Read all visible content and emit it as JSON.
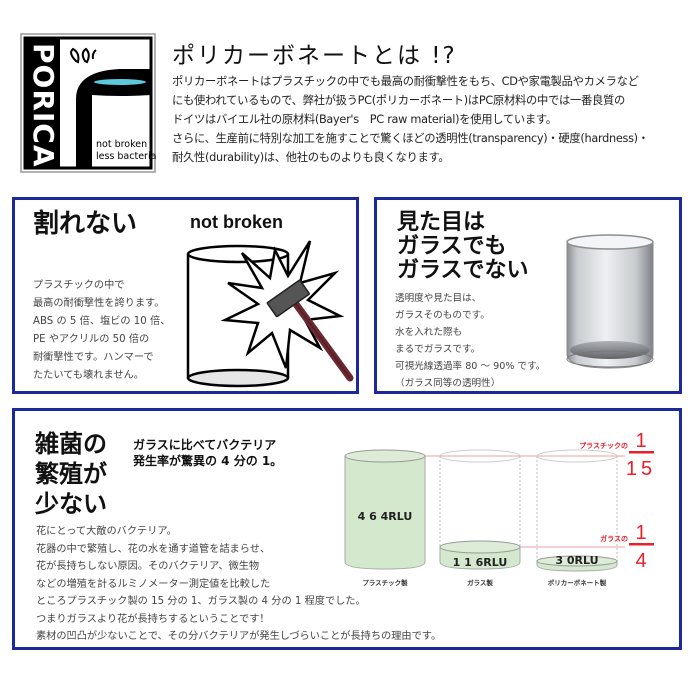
{
  "logo": {
    "brand": "PORICA",
    "tagline_1": "not broken",
    "tagline_2": "less bacteria",
    "accent_color": "#5bc8dc"
  },
  "header": {
    "title": "ポリカーボネートとは !?",
    "body": [
      "ポリカーボネートはプラスチックの中でも最高の耐衝撃性をもち、CDや家電製品やカメラなど",
      "にも使われているもので、弊社が扱うPC(ポリカーボネート)はPC原材料の中では一番良質の",
      "ドイツはバイエル社の原材料(Bayer's　PC raw material)を使用しています。",
      "さらに、生産前に特別な加工を施すことで驚くほどの透明性(transparency)・硬度(hardness)・",
      "耐久性(durability)は、他社のものよりも良くなります。"
    ]
  },
  "box_not_broken": {
    "title": "割れない",
    "english": "not broken",
    "text": [
      "プラスチックの中で",
      "最高の耐衝撃性を誇ります。",
      "ABS の 5 倍、塩ビの 10 倍、",
      "PE やアクリルの 50 倍の",
      "耐衝撃性です。ハンマーで",
      "たたいても壊れません。"
    ],
    "illustration": "cylinder-hammer-impact"
  },
  "box_glass_like": {
    "title": [
      "見た目は",
      "ガラスでも",
      "ガラスでない"
    ],
    "text": [
      "透明度や見た目は、",
      "ガラスそのものです。",
      "水を入れた際も",
      "まるでガラスです。",
      "可視光線透過率 80 ～ 90% です。",
      "（ガラス同等の透明性）"
    ],
    "image": "clear-tumbler-glass"
  },
  "box_bacteria": {
    "title": [
      "雑菌の",
      "繁殖が",
      "少ない"
    ],
    "subtitle": [
      "ガラスに比べてバクテリア",
      "発生率が驚異の 4 分の 1。"
    ],
    "text": [
      "花にとって大敵のバクテリア。",
      "花器の中で繁殖し、花の水を通す道管を詰まらせ、",
      "花が長持ちしない原因。そのバクテリア、微生物",
      "などの増殖を計るルミノメーター測定値を比較した",
      "ところプラスチック製の 15 分の 1、ガラス製の 4 分の 1 程度でした。",
      "つまりガラスより花が長持ちするということです！",
      "素材の凹凸が少ないことで、その分バクテリアが発生しづらいことが長持ちの理由です。"
    ]
  },
  "chart_data": {
    "type": "bar",
    "title": "ガラスに比べてバクテリア発生率が驚異の 4 分の 1。",
    "categories": [
      "プラスチック製",
      "ガラス製",
      "ポリカーボネート製"
    ],
    "values": [
      464,
      116,
      30
    ],
    "value_labels": [
      "4 6 4RLU",
      "1 1 6RLU",
      "3 0RLU"
    ],
    "unit": "RLU",
    "fill_color": "#d3e8cc",
    "annotations": [
      {
        "label": "プラスチックの",
        "numerator": "1",
        "denominator": "15"
      },
      {
        "label": "ガラスの",
        "numerator": "1",
        "denominator": "4"
      }
    ],
    "annotation_color": "#e8202a",
    "xlabel": "",
    "ylabel": "",
    "ylim": [
      0,
      464
    ]
  }
}
